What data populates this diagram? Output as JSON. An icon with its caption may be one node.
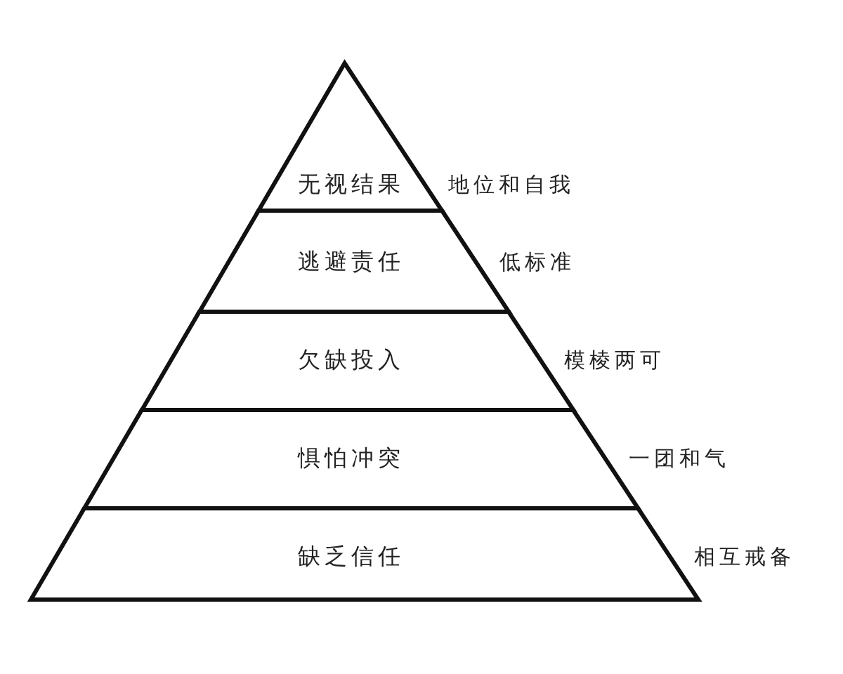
{
  "diagram": {
    "nodes": [
      {
        "text": [
          "无视结果"
        ],
        "beside": [
          "地位和自我"
        ]
      },
      {
        "text": [
          "逃避责任"
        ],
        "beside": [
          "低标准"
        ]
      },
      {
        "text": [
          "欠缺投入"
        ],
        "beside": [
          "模棱两可"
        ]
      },
      {
        "text": [
          "惧怕冲突"
        ],
        "beside": [
          "一团和气"
        ]
      },
      {
        "text": [
          "缺乏信任"
        ],
        "beside": [
          "相互戒备"
        ]
      }
    ]
  }
}
